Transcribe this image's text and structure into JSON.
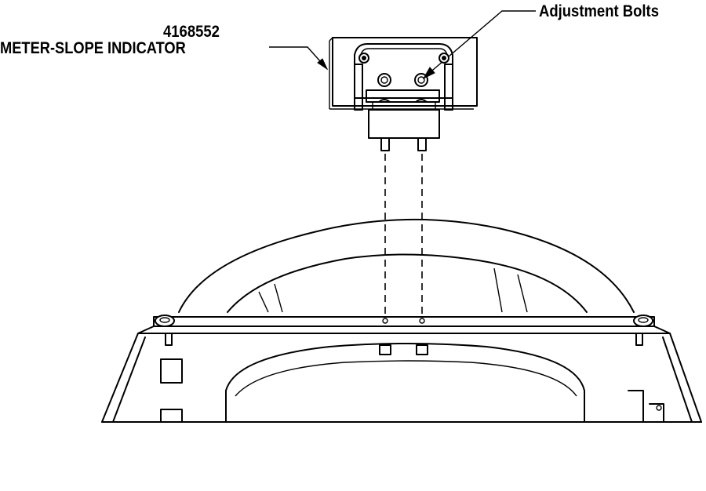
{
  "labels": {
    "part_number": "4168552",
    "part_name": "METER-SLOPE INDICATOR",
    "callout_bolts": "Adjustment Bolts"
  }
}
